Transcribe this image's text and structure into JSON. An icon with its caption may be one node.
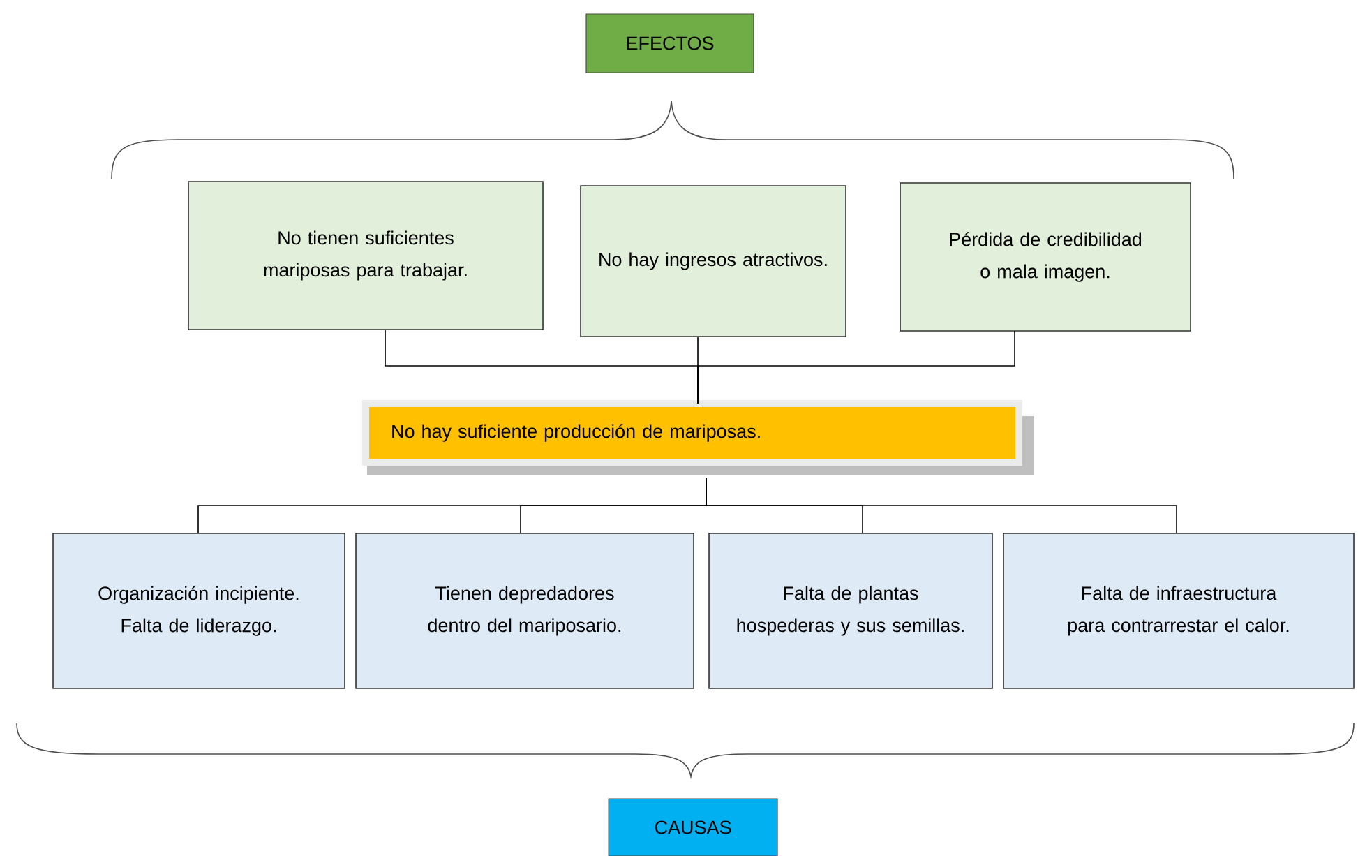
{
  "diagram": {
    "nodes": [
      {
        "text": [
          "EFECTOS"
        ]
      },
      {
        "text": [
          "No tienen suficientes mariposas para trabajar."
        ]
      },
      {
        "text": [
          "No hay ingresos atractivos."
        ]
      },
      {
        "text": [
          "Pérdida de credibilidad o mala imagen."
        ]
      },
      {
        "text": [
          "No hay suficiente producción de mariposas."
        ]
      },
      {
        "text": [
          "Organización incipiente. Falta de liderazgo."
        ]
      },
      {
        "text": [
          "Tienen depredadores dentro del mariposario."
        ]
      },
      {
        "text": [
          "Falta de plantas hospederas y sus semillas."
        ]
      },
      {
        "text": [
          "Falta de infraestructura para contrarrestar el calor."
        ]
      },
      {
        "text": [
          "CAUSAS"
        ]
      }
    ],
    "edges": [
      {
        "from": 4,
        "to": 1,
        "arrow": "none"
      },
      {
        "from": 4,
        "to": 2,
        "arrow": "none"
      },
      {
        "from": 4,
        "to": 3,
        "arrow": "none"
      },
      {
        "from": 4,
        "to": 5,
        "arrow": "none"
      },
      {
        "from": 4,
        "to": 6,
        "arrow": "none"
      },
      {
        "from": 4,
        "to": 7,
        "arrow": "none"
      },
      {
        "from": 4,
        "to": 8,
        "arrow": "none"
      }
    ]
  }
}
